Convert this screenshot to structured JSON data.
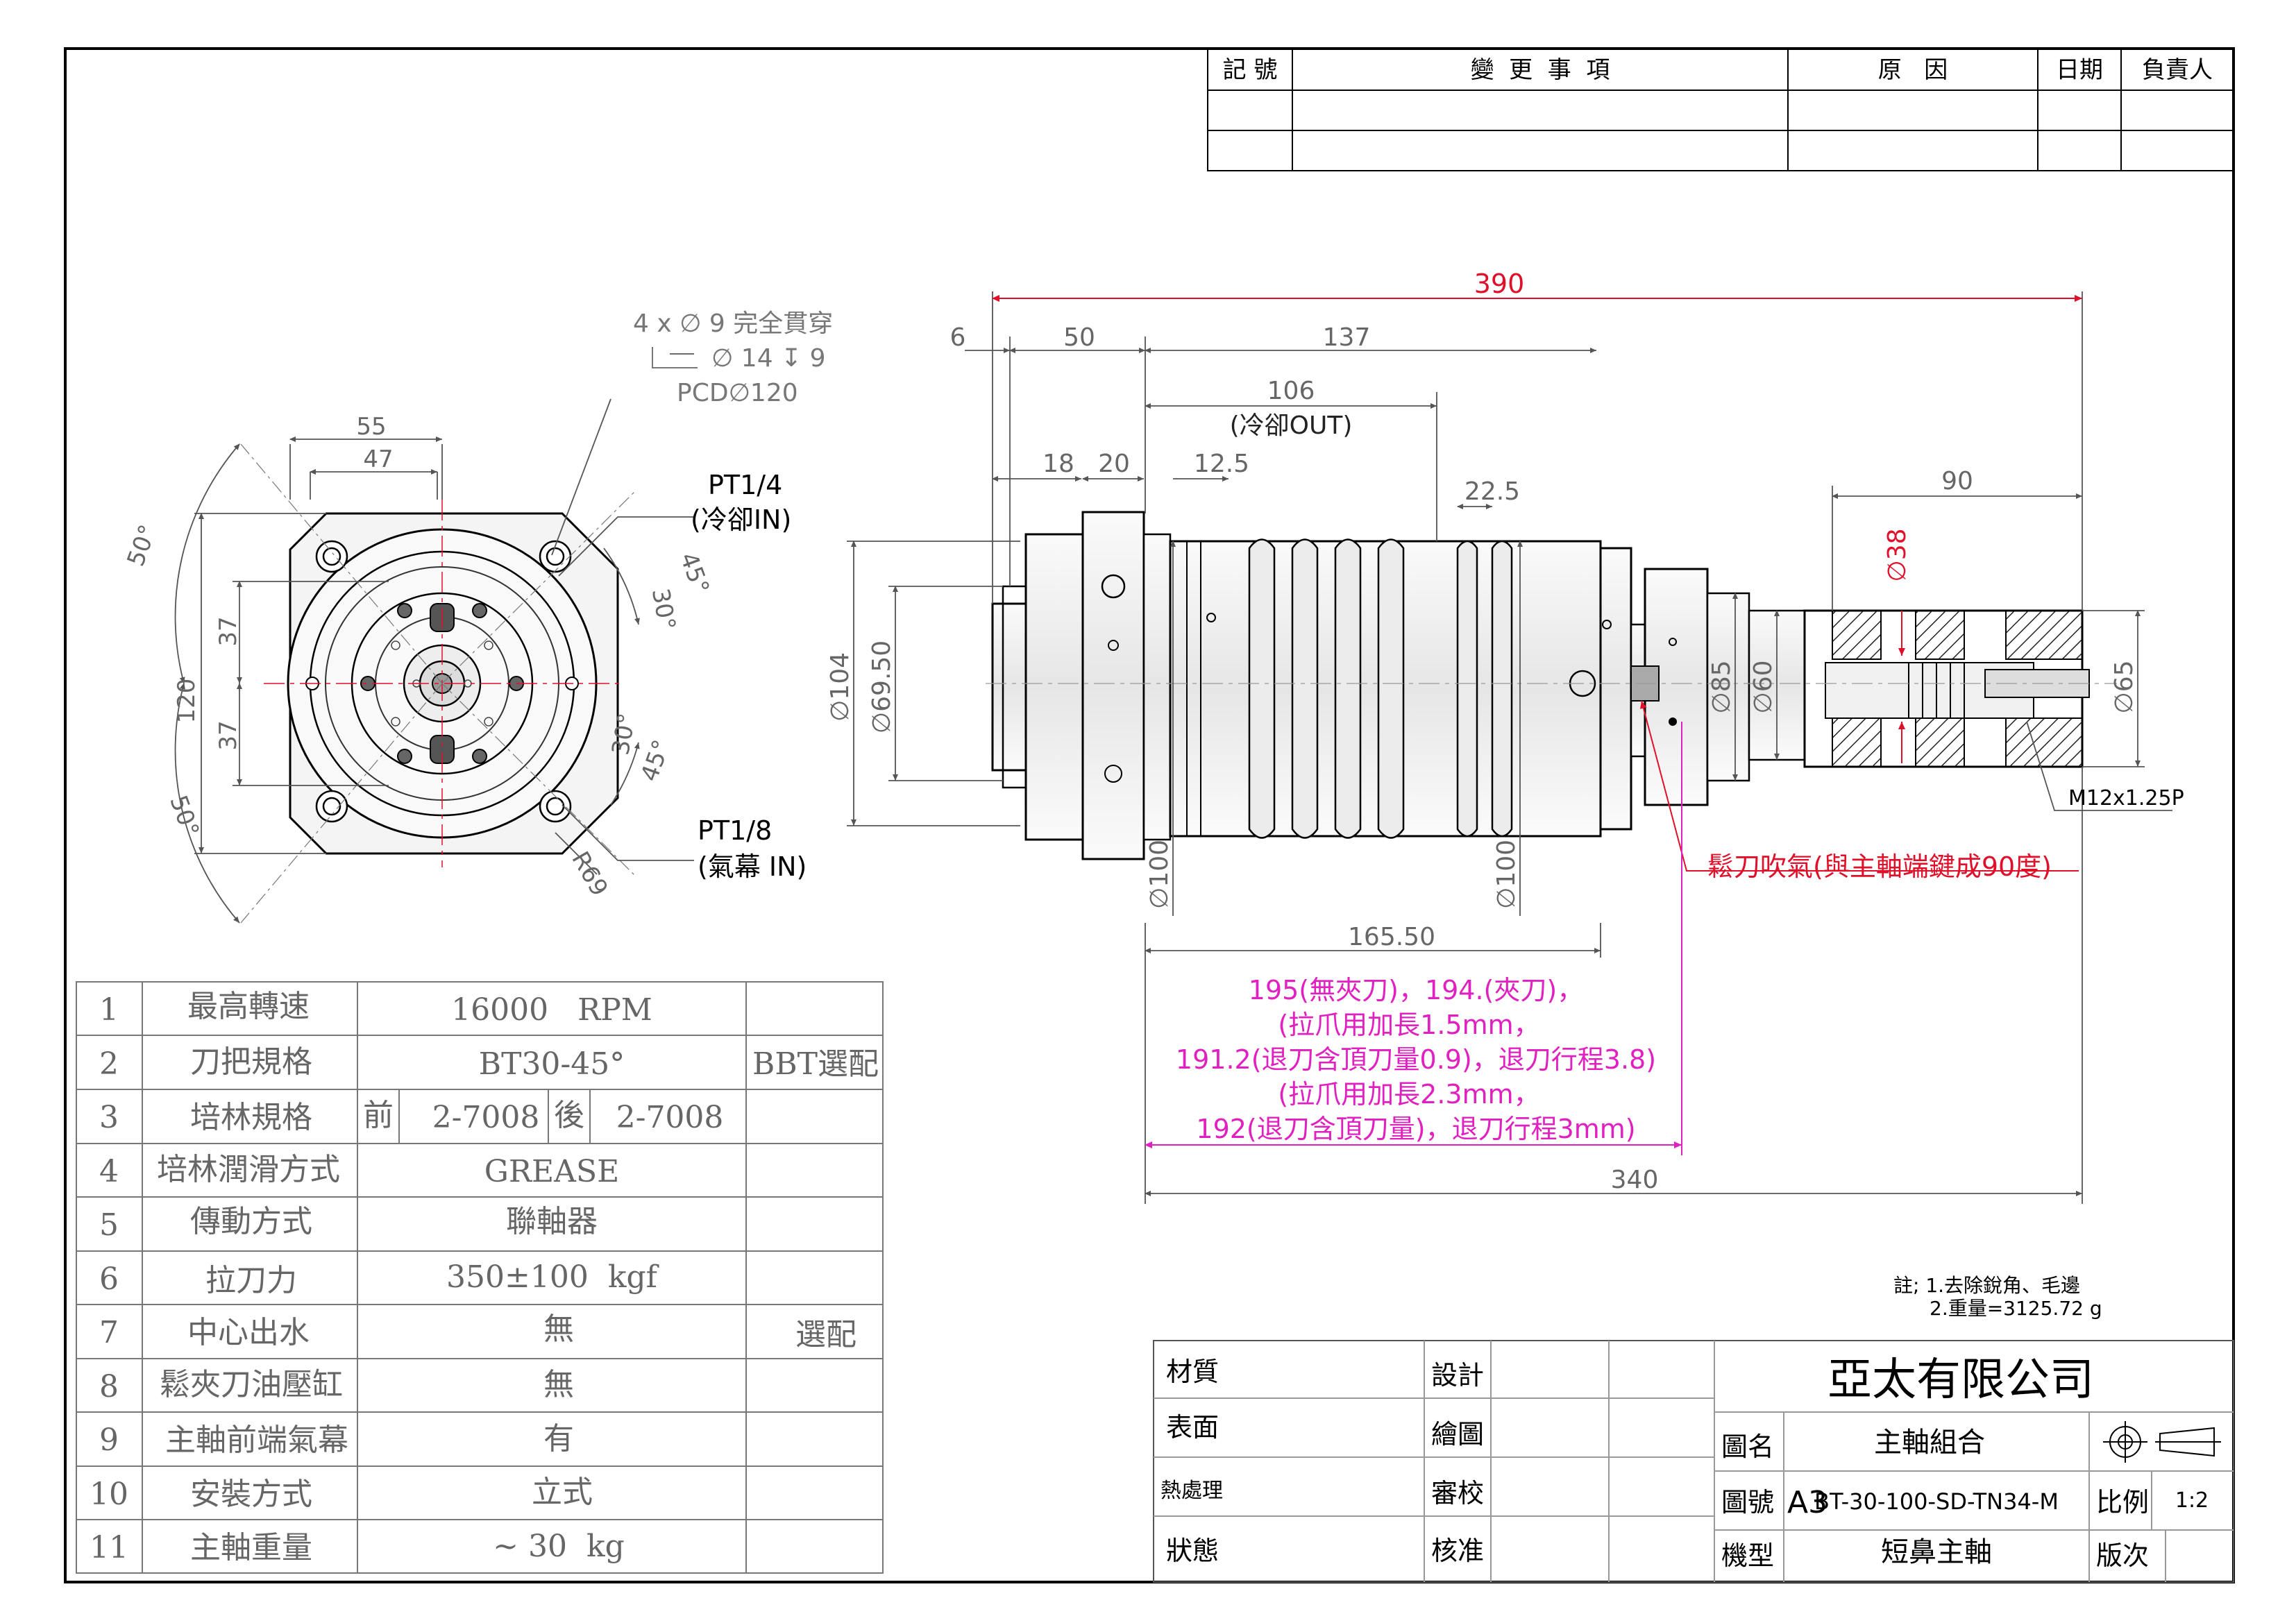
{
  "revision_table": {
    "headers": [
      "記 號",
      "變  更  事  項",
      "原   因",
      "日期",
      "負責人"
    ]
  },
  "front_view": {
    "holes_note": [
      "4 x ∅ 9 完全貫穿",
      "∅ 14 ↧ 9",
      "PCD∅120"
    ],
    "dims": [
      "55",
      "47",
      "37",
      "37",
      "120",
      "50°",
      "50°",
      "45°",
      "30°",
      "30°",
      "45°",
      "R69"
    ],
    "port_coolant_in": [
      "PT1/4",
      "(冷卻IN)"
    ],
    "port_air_curtain": [
      "PT1/8",
      "(氣幕 IN)"
    ]
  },
  "side_view": {
    "dims_top": [
      "390",
      "6",
      "50",
      "137",
      "106",
      "(冷卻OUT)",
      "18",
      "20",
      "12.5",
      "22.5",
      "90"
    ],
    "dims_dia": [
      "∅104",
      "∅69.50",
      "∅100",
      "∅100",
      "∅85",
      "∅60",
      "∅38",
      "∅65"
    ],
    "dims_bottom": [
      "165.50",
      "340"
    ],
    "thread": "M12x1.25P",
    "release_air_note": "鬆刀吹氣(與主軸端鍵成90度)",
    "magenta_notes": [
      "195(無夾刀)，194.(夾刀)，",
      "(拉爪用加長1.5mm，",
      "191.2(退刀含頂刀量0.9)，退刀行程3.8)",
      "(拉爪用加長2.3mm，",
      "192(退刀含頂刀量)，退刀行程3mm)"
    ]
  },
  "spec_table": {
    "rows": [
      {
        "no": "1",
        "item": "最高轉速",
        "value": "16000   RPM",
        "note": ""
      },
      {
        "no": "2",
        "item": "刀把規格",
        "value": "BT30-45°",
        "note": "BBT選配"
      },
      {
        "no": "3",
        "item": "培林規格",
        "front_label": "前",
        "front": "2-7008",
        "rear_label": "後",
        "rear": "2-7008",
        "note": ""
      },
      {
        "no": "4",
        "item": "培林潤滑方式",
        "value": "GREASE",
        "note": ""
      },
      {
        "no": "5",
        "item": "傳動方式",
        "value": "聯軸器",
        "note": ""
      },
      {
        "no": "6",
        "item": "拉刀力",
        "value": "350±100  kgf",
        "note": ""
      },
      {
        "no": "7",
        "item": "中心出水",
        "value": "無",
        "note": "選配"
      },
      {
        "no": "8",
        "item": "鬆夾刀油壓缸",
        "value": "無",
        "note": ""
      },
      {
        "no": "9",
        "item": "主軸前端氣幕",
        "value": "有",
        "note": ""
      },
      {
        "no": "10",
        "item": "安裝方式",
        "value": "立式",
        "note": ""
      },
      {
        "no": "11",
        "item": "主軸重量",
        "value": "~ 30  kg",
        "note": ""
      }
    ]
  },
  "notes": [
    "註; 1.去除銳角、毛邊",
    "2.重量=3125.72 g"
  ],
  "title_block": {
    "labels_left": [
      "材質",
      "表面",
      "熱處理",
      "狀態"
    ],
    "labels_mid": [
      "設計",
      "繪圖",
      "審校",
      "核准"
    ],
    "company": "亞太有限公司",
    "name_label": "圖名",
    "name": "主軸組合",
    "number_label": "圖號",
    "size": "A3",
    "number": "BT-30-100-SD-TN34-M",
    "scale_label": "比例",
    "scale": "1:2",
    "model_label": "機型",
    "model": "短鼻主軸",
    "version_label": "版次"
  },
  "colors": {
    "dim_red": "#e0102a",
    "magenta": "#e020c0",
    "line": "#000000"
  }
}
